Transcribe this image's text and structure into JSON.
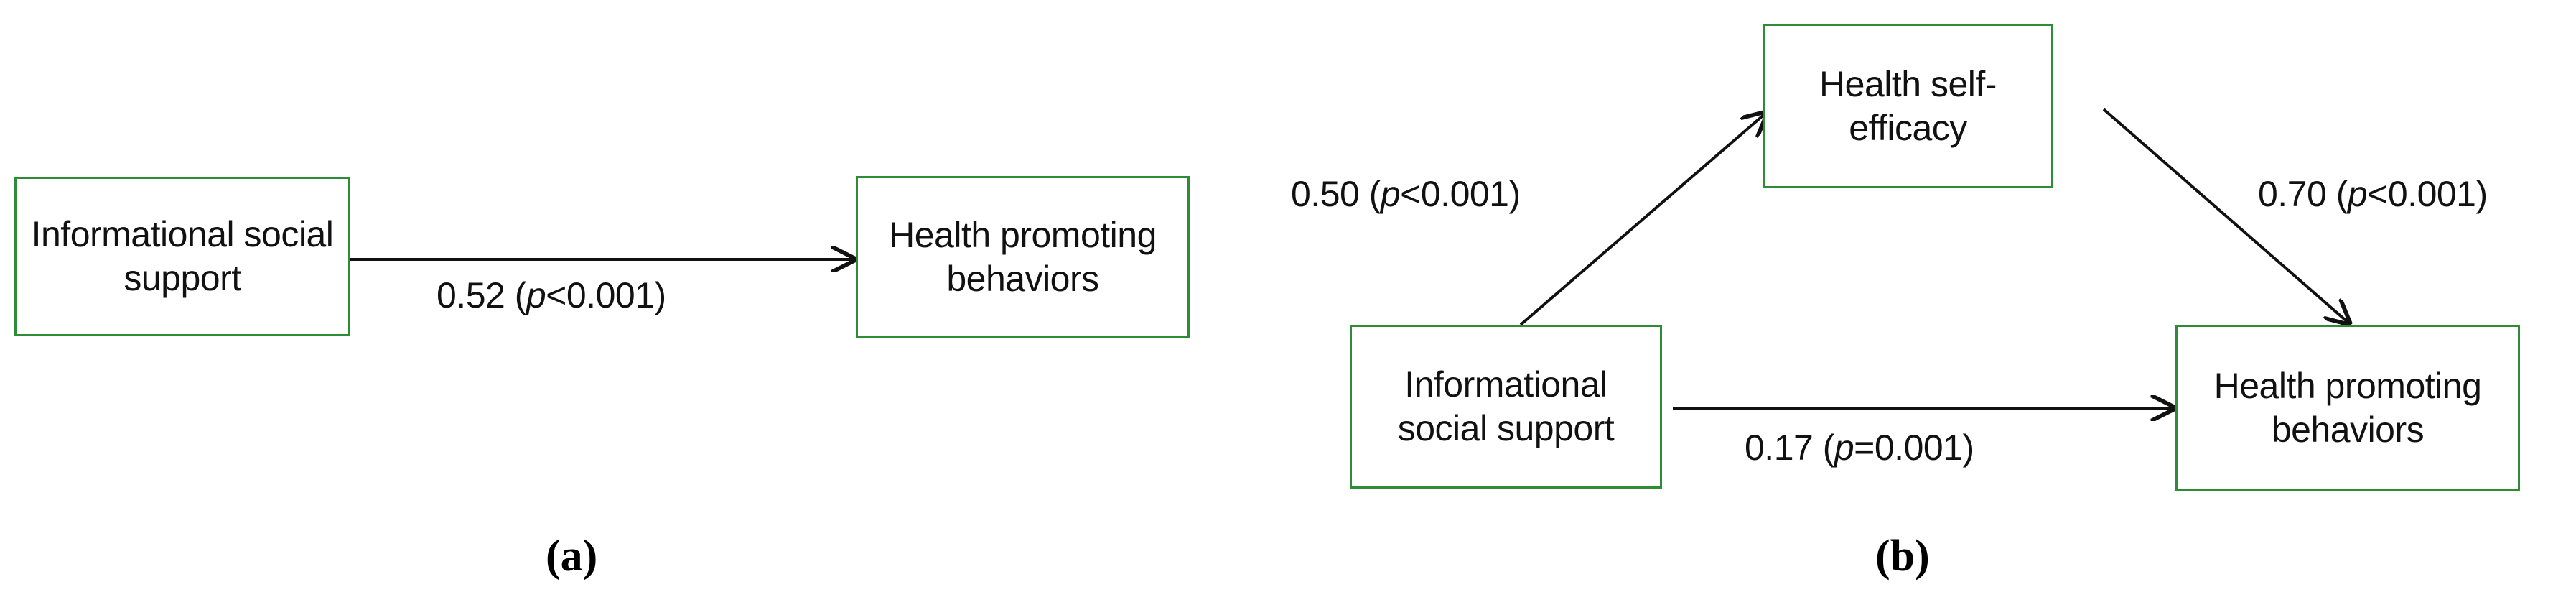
{
  "figure": {
    "background_color": "#ffffff",
    "box_border_color": "#2e8b36",
    "arrow_color": "#111111",
    "text_color": "#111111"
  },
  "panel_a": {
    "caption": "(a)",
    "nodes": {
      "predictor": "Informational social support",
      "outcome": "Health promoting behaviors"
    },
    "edges": {
      "direct": {
        "from": "Informational social support",
        "to": "Health promoting behaviors",
        "coefficient": "0.52",
        "p_prefix": "p",
        "p_operator": "<",
        "p_value": "0.001",
        "label": "0.52 (p<0.001)"
      }
    }
  },
  "panel_b": {
    "caption": "(b)",
    "nodes": {
      "predictor": "Informational social support",
      "mediator": "Health self-efficacy",
      "outcome": "Health promoting behaviors"
    },
    "edges": {
      "a_path": {
        "from": "Informational social support",
        "to": "Health self-efficacy",
        "coefficient": "0.50",
        "p_prefix": "p",
        "p_operator": "<",
        "p_value": "0.001",
        "label": "0.50 (p<0.001)"
      },
      "b_path": {
        "from": "Health self-efficacy",
        "to": "Health promoting behaviors",
        "coefficient": "0.70",
        "p_prefix": "p",
        "p_operator": "<",
        "p_value": "0.001",
        "label": "0.70 (p<0.001)"
      },
      "c_prime_path": {
        "from": "Informational social support",
        "to": "Health promoting behaviors",
        "coefficient": "0.17",
        "p_prefix": "p",
        "p_operator": "=",
        "p_value": "0.001",
        "label": "0.17 (p=0.001)"
      }
    }
  },
  "chart_data": {
    "type": "diagram",
    "title": "",
    "description": "Two-panel path/mediation model diagram",
    "panels": [
      {
        "id": "a",
        "caption": "(a)",
        "nodes": [
          "Informational social support",
          "Health promoting behaviors"
        ],
        "edges": [
          {
            "source": "Informational social support",
            "target": "Health promoting behaviors",
            "coefficient": 0.52,
            "p_text": "p<0.001",
            "label": "0.52 (p<0.001)",
            "style": "straight-horizontal-arrow"
          }
        ]
      },
      {
        "id": "b",
        "caption": "(b)",
        "nodes": [
          "Informational social support",
          "Health self-efficacy",
          "Health promoting behaviors"
        ],
        "edges": [
          {
            "source": "Informational social support",
            "target": "Health self-efficacy",
            "coefficient": 0.5,
            "p_text": "p<0.001",
            "label": "0.50 (p<0.001)",
            "style": "diagonal-up-right-arrow"
          },
          {
            "source": "Health self-efficacy",
            "target": "Health promoting behaviors",
            "coefficient": 0.7,
            "p_text": "p<0.001",
            "label": "0.70 (p<0.001)",
            "style": "diagonal-down-right-arrow"
          },
          {
            "source": "Informational social support",
            "target": "Health promoting behaviors",
            "coefficient": 0.17,
            "p_text": "p=0.001",
            "label": "0.17 (p=0.001)",
            "style": "straight-horizontal-arrow"
          }
        ]
      }
    ]
  }
}
